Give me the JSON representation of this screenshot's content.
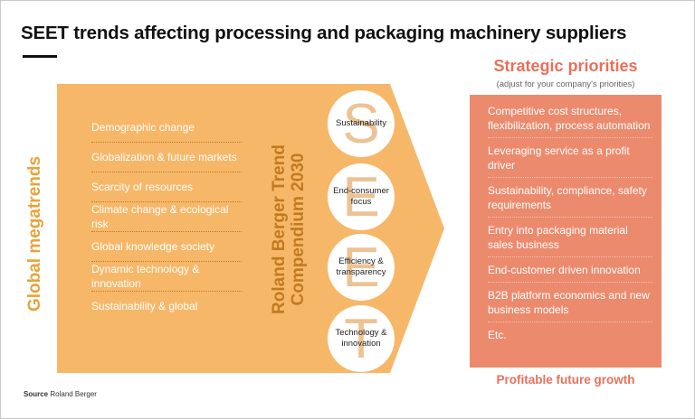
{
  "title": "SEET trends affecting processing and packaging machinery suppliers",
  "megatrends": {
    "label": "Global megatrends",
    "items": [
      "Demographic change",
      "Globalization & future markets",
      "Scarcity of resources",
      "Climate change & ecological risk",
      "Global knowledge society",
      "Dynamic technology & innovation",
      "Sustainability & global"
    ]
  },
  "compendium": {
    "line1": "Roland Berger Trend",
    "line2": "Compendium 2030"
  },
  "seet": [
    {
      "letter": "S",
      "label": "Sustainability"
    },
    {
      "letter": "E",
      "label": "End-consumer focus"
    },
    {
      "letter": "E",
      "label": "Efficiency & transparency"
    },
    {
      "letter": "T",
      "label": "Technology & innovation"
    }
  ],
  "strategic": {
    "title": "Strategic priorities",
    "subtitle": "(adjust for your company's priorities)",
    "items": [
      "Competitive cost structures, flexibilization, process automation",
      "Leveraging service as a profit driver",
      "Sustainability, compliance, safety requirements",
      "Entry into packaging material sales business",
      "End-customer driven innovation",
      "B2B platform economics and new business models",
      "Etc."
    ],
    "footer": "Profitable future growth"
  },
  "source": {
    "label": "Source",
    "value": "Roland Berger"
  },
  "colors": {
    "arrow": "#f7b769",
    "box": "#ec8a6e",
    "accent_orange": "#e8a23a",
    "accent_red": "#e8705a"
  }
}
